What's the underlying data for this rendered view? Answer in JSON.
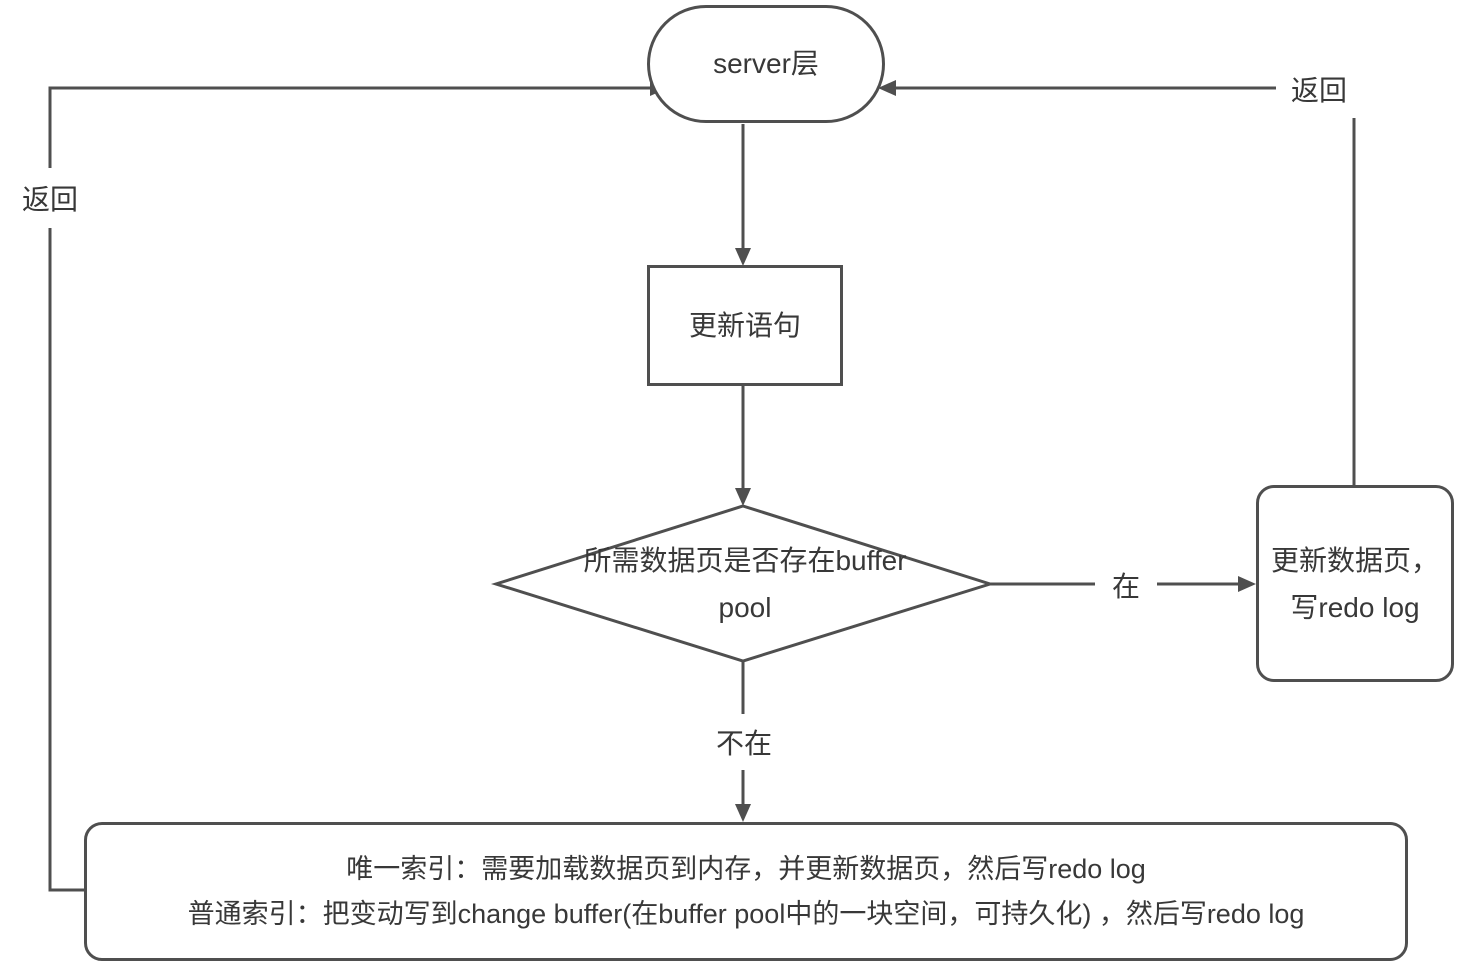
{
  "diagram_type": "flowchart",
  "topic": "MySQL update statement buffer pool / change buffer flow",
  "colors": {
    "stroke": "#4f4f4f",
    "text": "#383838",
    "background": "#ffffff"
  },
  "nodes": {
    "server": {
      "shape": "stadium",
      "label": "server层"
    },
    "update_stmt": {
      "shape": "rectangle",
      "label": "更新语句"
    },
    "decision": {
      "shape": "diamond",
      "label": "所需数据页是否存在buffer pool"
    },
    "update_page": {
      "shape": "rounded-rectangle",
      "lines": [
        "更新数据页，",
        "写redo log"
      ]
    },
    "index_cases": {
      "shape": "rounded-rectangle",
      "lines": [
        "唯一索引：需要加载数据页到内存，并更新数据页，然后写redo log",
        "普通索引：把变动写到change buffer(在buffer pool中的一块空间，可持久化) ，然后写redo log"
      ]
    }
  },
  "edges": [
    {
      "from": "server",
      "to": "update_stmt",
      "label": ""
    },
    {
      "from": "update_stmt",
      "to": "decision",
      "label": ""
    },
    {
      "from": "decision",
      "to": "update_page",
      "label": "在"
    },
    {
      "from": "decision",
      "to": "index_cases",
      "label": "不在"
    },
    {
      "from": "update_page",
      "to": "server",
      "label": "返回"
    },
    {
      "from": "index_cases",
      "to": "server",
      "label": "返回"
    }
  ]
}
